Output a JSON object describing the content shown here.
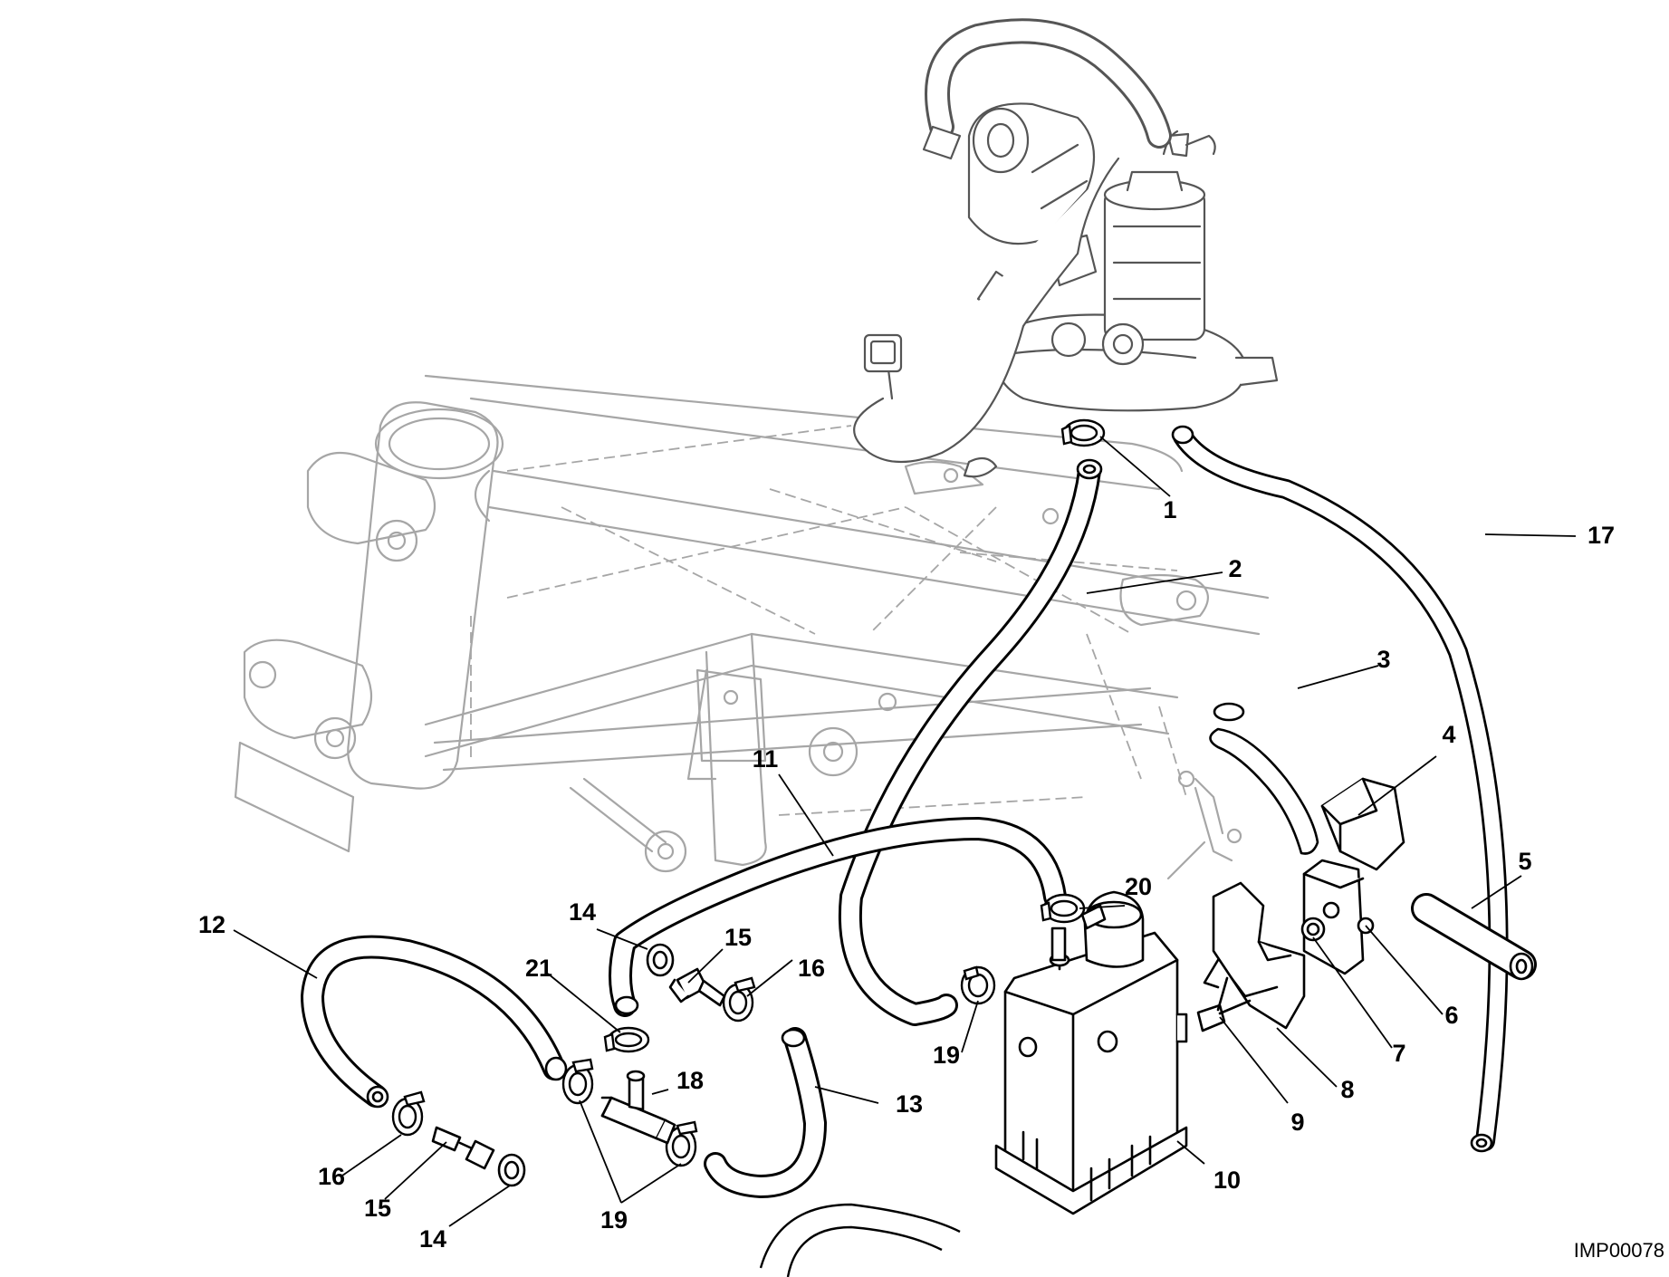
{
  "diagram": {
    "drawing_code": "IMP00078",
    "callouts": [
      {
        "id": "c1",
        "label": "1"
      },
      {
        "id": "c2",
        "label": "2"
      },
      {
        "id": "c3",
        "label": "3"
      },
      {
        "id": "c4",
        "label": "4"
      },
      {
        "id": "c5",
        "label": "5"
      },
      {
        "id": "c6",
        "label": "6"
      },
      {
        "id": "c7",
        "label": "7"
      },
      {
        "id": "c8",
        "label": "8"
      },
      {
        "id": "c9",
        "label": "9"
      },
      {
        "id": "c10",
        "label": "10"
      },
      {
        "id": "c11",
        "label": "11"
      },
      {
        "id": "c12",
        "label": "12"
      },
      {
        "id": "c13",
        "label": "13"
      },
      {
        "id": "c14a",
        "label": "14"
      },
      {
        "id": "c14b",
        "label": "14"
      },
      {
        "id": "c15a",
        "label": "15"
      },
      {
        "id": "c15b",
        "label": "15"
      },
      {
        "id": "c16a",
        "label": "16"
      },
      {
        "id": "c16b",
        "label": "16"
      },
      {
        "id": "c17",
        "label": "17"
      },
      {
        "id": "c18",
        "label": "18"
      },
      {
        "id": "c19a",
        "label": "19"
      },
      {
        "id": "c19b",
        "label": "19"
      },
      {
        "id": "c20",
        "label": "20"
      },
      {
        "id": "c21",
        "label": "21"
      }
    ]
  }
}
